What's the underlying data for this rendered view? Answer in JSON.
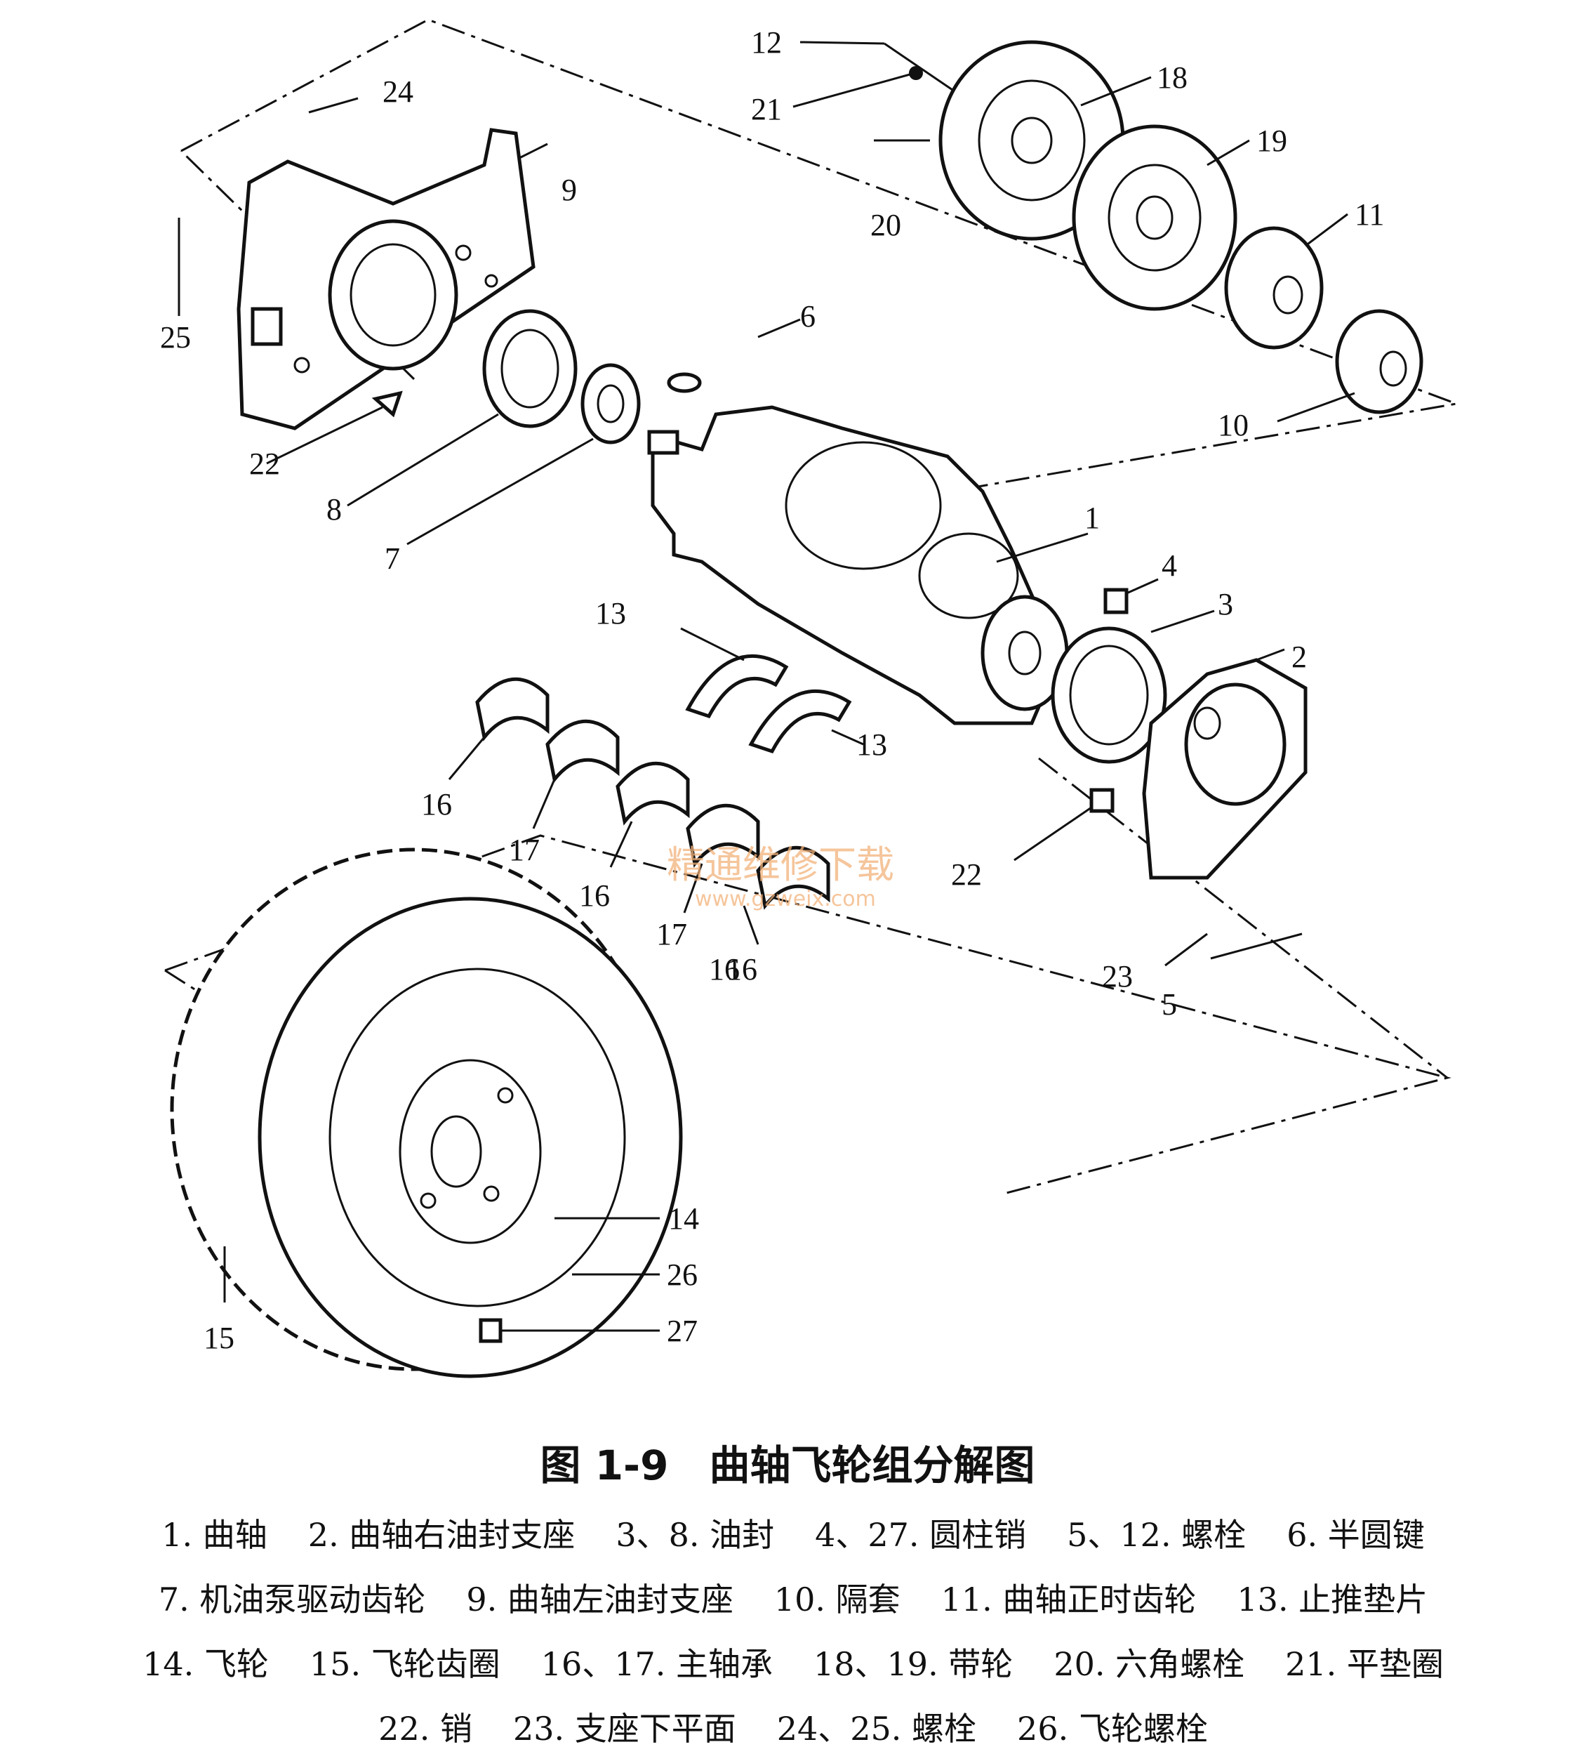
{
  "figure": {
    "caption": "图 1-9　曲轴飞轮组分解图",
    "watermark_cn": "精通维修下载",
    "watermark_url": "www.gzweix.com"
  },
  "callouts": [
    "1",
    "2",
    "3",
    "4",
    "5",
    "6",
    "7",
    "8",
    "9",
    "10",
    "11",
    "12",
    "13",
    "13",
    "14",
    "15",
    "16",
    "16",
    "16",
    "16",
    "17",
    "17",
    "18",
    "19",
    "20",
    "21",
    "22",
    "22",
    "23",
    "24",
    "25",
    "26",
    "27"
  ],
  "legend_rows": [
    [
      "1. 曲轴",
      "2. 曲轴右油封支座",
      "3、8. 油封",
      "4、27. 圆柱销",
      "5、12. 螺栓",
      "6. 半圆键"
    ],
    [
      "7. 机油泵驱动齿轮",
      "9. 曲轴左油封支座",
      "10. 隔套",
      "11. 曲轴正时齿轮",
      "13. 止推垫片"
    ],
    [
      "14. 飞轮",
      "15. 飞轮齿圈",
      "16、17. 主轴承",
      "18、19. 带轮",
      "20. 六角螺栓",
      "21. 平垫圈"
    ],
    [
      "22. 销",
      "23. 支座下平面",
      "24、25. 螺栓",
      "26. 飞轮螺栓"
    ]
  ]
}
